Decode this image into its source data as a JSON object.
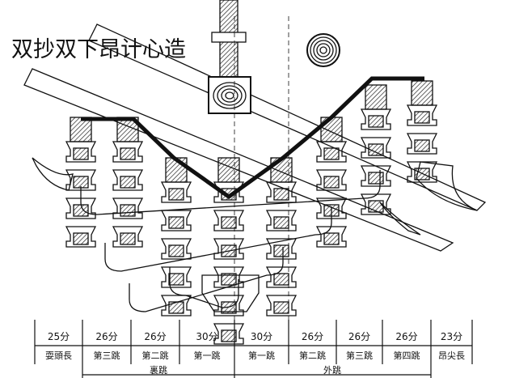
{
  "title": "双抄双下昂计心造",
  "dimensions": [
    "25分",
    "26分",
    "26分",
    "30分",
    "30分",
    "26分",
    "26分",
    "26分",
    "23分"
  ],
  "segments": [
    "耍頭長",
    "第三跳",
    "第二跳",
    "第一跳",
    "第一跳",
    "第二跳",
    "第三跳",
    "第四跳",
    "昂尖長"
  ],
  "groups": {
    "inner": "裏跳",
    "outer": "外跳"
  }
}
